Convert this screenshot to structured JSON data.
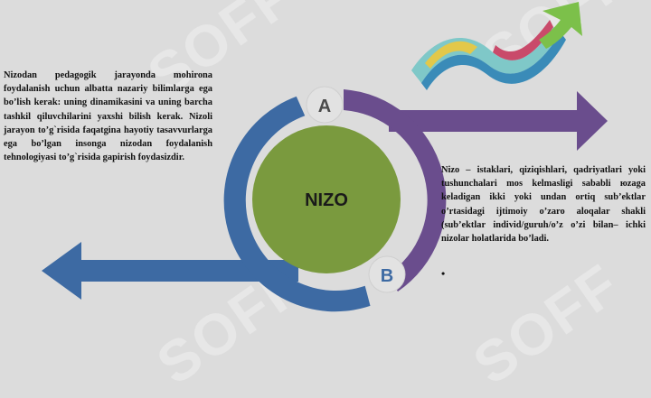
{
  "diagram": {
    "center_label": "NIZO",
    "node_a_label": "A",
    "node_b_label": "B"
  },
  "left_text": "Nizodan pedagogik jarayonda mohirona foydalanish uchun albatta nazariy bilimlarga ega bo’lish kerak: uning dinamikasini va uning barcha tashkil qiluvchilarini yaxshi bilish kerak. Nizoli jarayon to’g`risida faqatgina hayotiy tasavvurlarga ega bo’lgan insonga nizodan foydalanish tehnologiyasi to’g`risida gapirish foydasizdir.",
  "right_text": "Nizo – istaklari, qiziqishlari, qadriyatlari yoki tushunchalari mos kelmasligi sababli юzaga keladigan ikki yoki undan ortiq sub’ektlar o’rtasidagi ijtimoiy o’zaro aloqalar shakli (sub’ektlar individ/guruh/o’z o’zi bilan– ichki nizolar holatlarida bo’ladi.",
  "right_bullet": "•",
  "watermark": "SOFF",
  "colors": {
    "background": "#dcdcdc",
    "blue_ring": "#3d6aa3",
    "purple_ring": "#6a4d8d",
    "center_fill": "#7a9a3e",
    "node_fill": "#e2e2e2",
    "node_text": "#4a4a4a"
  }
}
